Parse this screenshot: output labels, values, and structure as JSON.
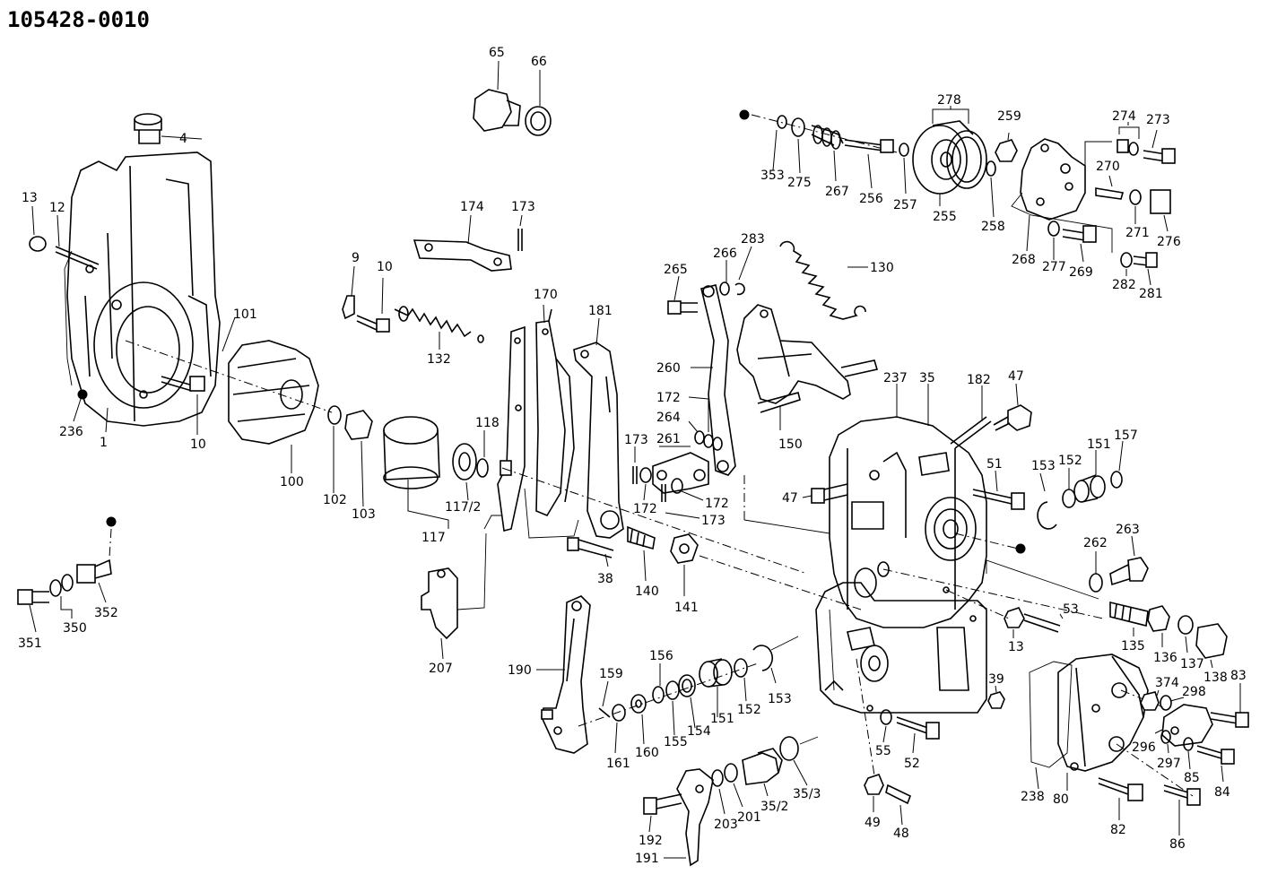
{
  "title": "105428-0010",
  "labels": {
    "p4": "4",
    "p13a": "13",
    "p12": "12",
    "p101": "101",
    "p236": "236",
    "p1": "1",
    "p10a": "10",
    "p9": "9",
    "p10b": "10",
    "p132": "132",
    "p100": "100",
    "p102": "102",
    "p103": "103",
    "p117": "117",
    "p117_2": "117/2",
    "p118": "118",
    "p65": "65",
    "p66": "66",
    "p174": "174",
    "p173a": "173",
    "p170": "170",
    "p181": "181",
    "p351": "351",
    "p350": "350",
    "p352": "352",
    "p207": "207",
    "p173b": "173",
    "p172a": "172",
    "p261": "261",
    "p172b": "172",
    "p173c": "173",
    "p264": "264",
    "p172c": "172",
    "p260": "260",
    "p265": "265",
    "p266": "266",
    "p283": "283",
    "p130": "130",
    "p150": "150",
    "p38": "38",
    "p140": "140",
    "p141": "141",
    "p353": "353",
    "p275": "275",
    "p267": "267",
    "p256": "256",
    "p257": "257",
    "p278": "278",
    "p255": "255",
    "p258": "258",
    "p259": "259",
    "p268": "268",
    "p274": "274",
    "p273": "273",
    "p270": "270",
    "p271": "271",
    "p276": "276",
    "p277": "277",
    "p269": "269",
    "p282": "282",
    "p281": "281",
    "p237": "237",
    "p35": "35",
    "p182": "182",
    "p47a": "47",
    "p47b": "47",
    "p51": "51",
    "p153a": "153",
    "p152a": "152",
    "p151a": "151",
    "p157": "157",
    "p262": "262",
    "p263": "263",
    "p53": "53",
    "p13b": "13",
    "p135": "135",
    "p136": "136",
    "p137": "137",
    "p138": "138",
    "p190": "190",
    "p159": "159",
    "p156": "156",
    "p161": "161",
    "p160": "160",
    "p155": "155",
    "p154": "154",
    "p151b": "151",
    "p152b": "152",
    "p153b": "153",
    "p39": "39",
    "p55": "55",
    "p52": "52",
    "p374": "374",
    "p298": "298",
    "p83": "83",
    "p296": "296",
    "p297": "297",
    "p85": "85",
    "p84": "84",
    "p238": "238",
    "p80": "80",
    "p82": "82",
    "p86": "86",
    "p192": "192",
    "p191": "191",
    "p203": "203",
    "p201": "201",
    "p35_2": "35/2",
    "p35_3": "35/3",
    "p49": "49",
    "p48": "48"
  }
}
